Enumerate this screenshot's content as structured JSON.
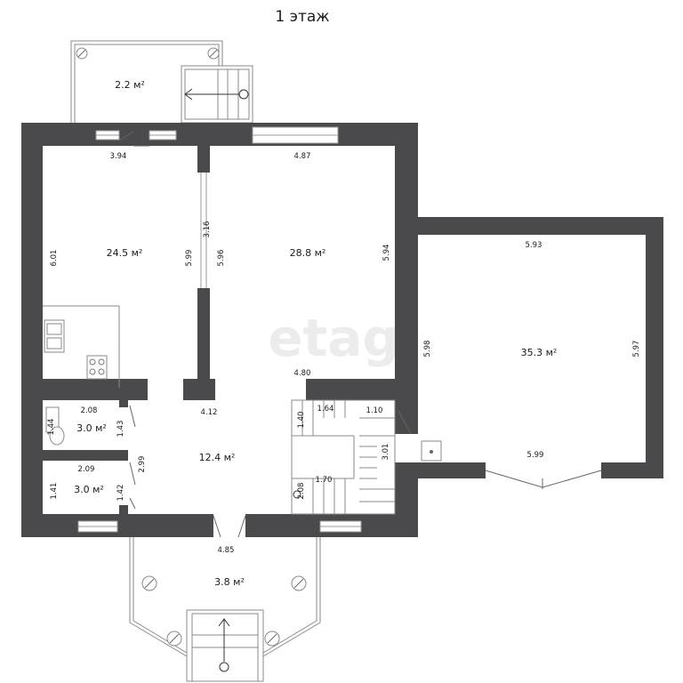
{
  "plan": {
    "floor_title": "1 этаж",
    "watermark": "etagi",
    "areas": {
      "balcony_top": "2.2 м²",
      "room_left": "24.5 м²",
      "room_center": "28.8 м²",
      "room_right": "35.3 м²",
      "bath_upper": "3.0 м²",
      "bath_lower": "3.0 м²",
      "hall": "12.4 м²",
      "porch": "3.8 м²"
    },
    "dimensions": {
      "d_3_94": "3.94",
      "d_4_87": "4.87",
      "d_6_01": "6.01",
      "d_5_99_a": "5.99",
      "d_3_16": "3.16",
      "d_5_96": "5.96",
      "d_5_94": "5.94",
      "d_4_80": "4.80",
      "d_5_93": "5.93",
      "d_5_98": "5.98",
      "d_5_97": "5.97",
      "d_5_99_b": "5.99",
      "d_2_08_a": "2.08",
      "d_1_44": "1.44",
      "d_1_43": "1.43",
      "d_4_12": "4.12",
      "d_1_40": "1.40",
      "d_1_64": "1.64",
      "d_1_10": "1.10",
      "d_3_01": "3.01",
      "d_2_09": "2.09",
      "d_2_99": "2.99",
      "d_1_41": "1.41",
      "d_1_42": "1.42",
      "d_2_08_b": "2.08",
      "d_1_70": "1.70",
      "d_4_85": "4.85"
    }
  }
}
